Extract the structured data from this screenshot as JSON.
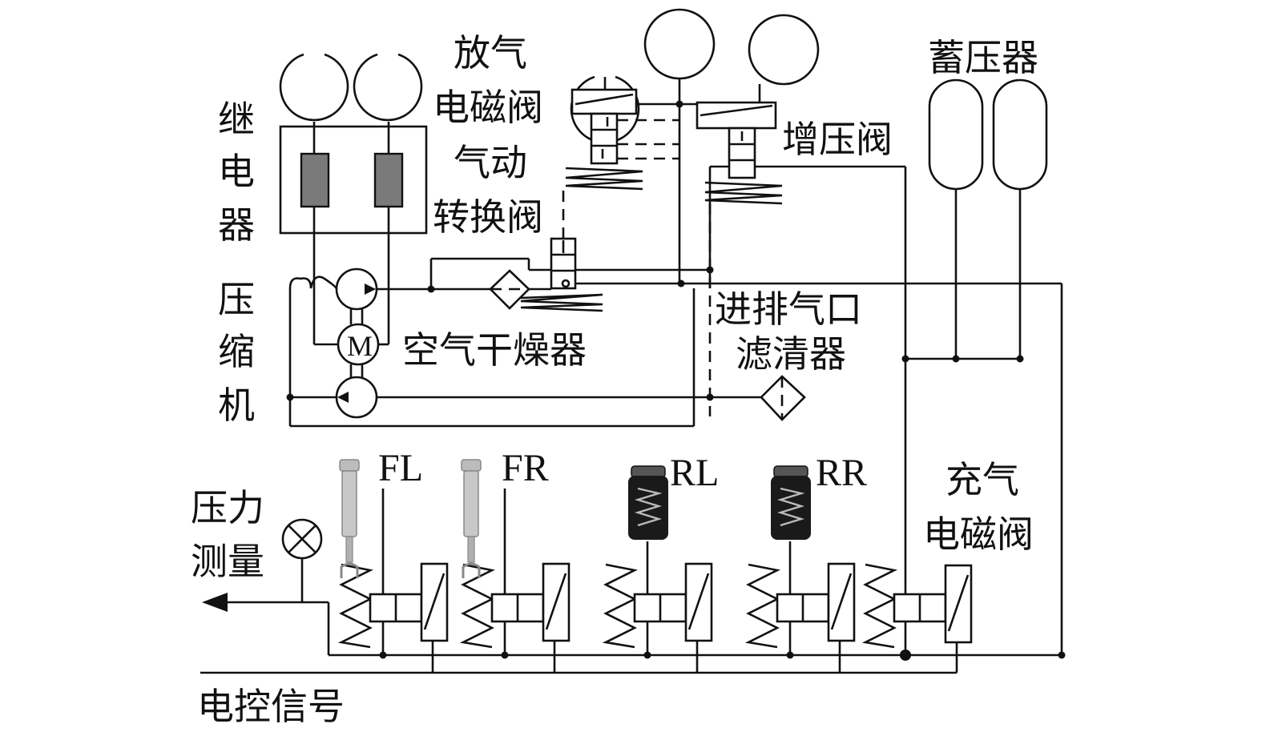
{
  "labels": {
    "relay": "继电器",
    "compressor": "压缩机",
    "exhaust_solenoid_1": "放气",
    "exhaust_solenoid_2": "电磁阀",
    "pneumatic_valve_1": "气动",
    "pneumatic_valve_2": "转换阀",
    "boost_valve": "增压阀",
    "accumulator": "蓄压器",
    "air_dryer": "空气干燥器",
    "intake_filter_1": "进排气口",
    "intake_filter_2": "滤清器",
    "inflate_solenoid_1": "充气",
    "inflate_solenoid_2": "电磁阀",
    "pressure_measure_1": "压力",
    "pressure_measure_2": "测量",
    "control_signal": "电控信号",
    "motor": "M",
    "fl": "FL",
    "fr": "FR",
    "rl": "RL",
    "rr": "RR"
  },
  "colors": {
    "line": "#111111",
    "relay_coil": "#7a7a7a",
    "front_strut": "#c8c8c8",
    "rear_spring": "#1a1a1a"
  }
}
